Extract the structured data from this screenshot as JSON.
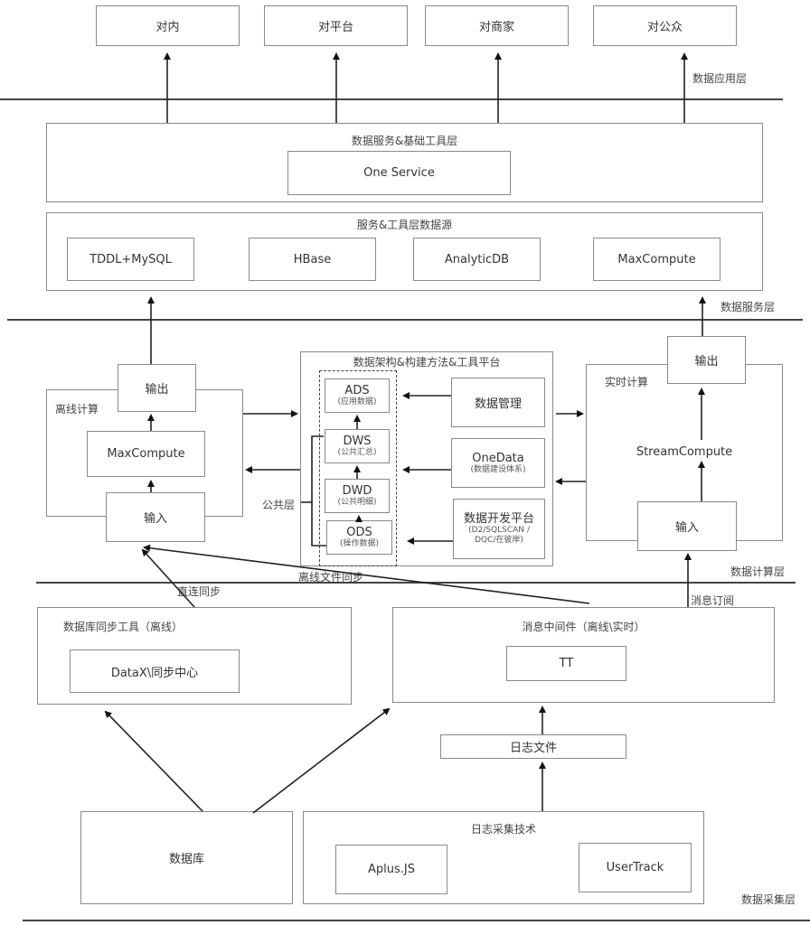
{
  "layers": {
    "application": "数据应用层",
    "service": "数据服务层",
    "compute": "数据计算层",
    "collection": "数据采集层"
  },
  "application_targets": [
    "对内",
    "对平台",
    "对商家",
    "对公众"
  ],
  "service_tools": {
    "title": "数据服务&基础工具层",
    "one_service": "One Service"
  },
  "service_sources": {
    "title": "服务&工具层数据源",
    "items": [
      "TDDL+MySQL",
      "HBase",
      "AnalyticDB",
      "MaxCompute"
    ]
  },
  "offline_compute": {
    "title": "离线计算",
    "output": "输出",
    "engine": "MaxCompute",
    "input": "输入"
  },
  "architecture": {
    "title": "数据架构&构建方法&工具平台",
    "common_layer": "公共层",
    "layers": [
      {
        "name": "ADS",
        "desc": "(应用数据)"
      },
      {
        "name": "DWS",
        "desc": "(公共汇总)"
      },
      {
        "name": "DWD",
        "desc": "(公共明细)"
      },
      {
        "name": "ODS",
        "desc": "(操作数据)"
      }
    ],
    "tools": [
      {
        "name": "数据管理",
        "desc": ""
      },
      {
        "name": "OneData",
        "desc": "(数据建设体系)"
      },
      {
        "name": "数据开发平台",
        "desc": "(D2/SQLSCAN / DQC/在彼岸)"
      }
    ]
  },
  "realtime_compute": {
    "title": "实时计算",
    "output": "输出",
    "engine": "StreamCompute",
    "input": "输入"
  },
  "edge_labels": {
    "direct_sync": "直连同步",
    "offline_file_sync": "离线文件同步",
    "message_subscribe": "消息订阅"
  },
  "db_sync_tool": {
    "title": "数据库同步工具（离线）",
    "item": "DataX\\同步中心"
  },
  "message_middleware": {
    "title": "消息中间件（离线\\实时）",
    "item": "TT"
  },
  "log_file": "日志文件",
  "database": "数据库",
  "log_collection": {
    "title": "日志采集技术",
    "items": [
      "Aplus.JS",
      "UserTrack"
    ]
  }
}
